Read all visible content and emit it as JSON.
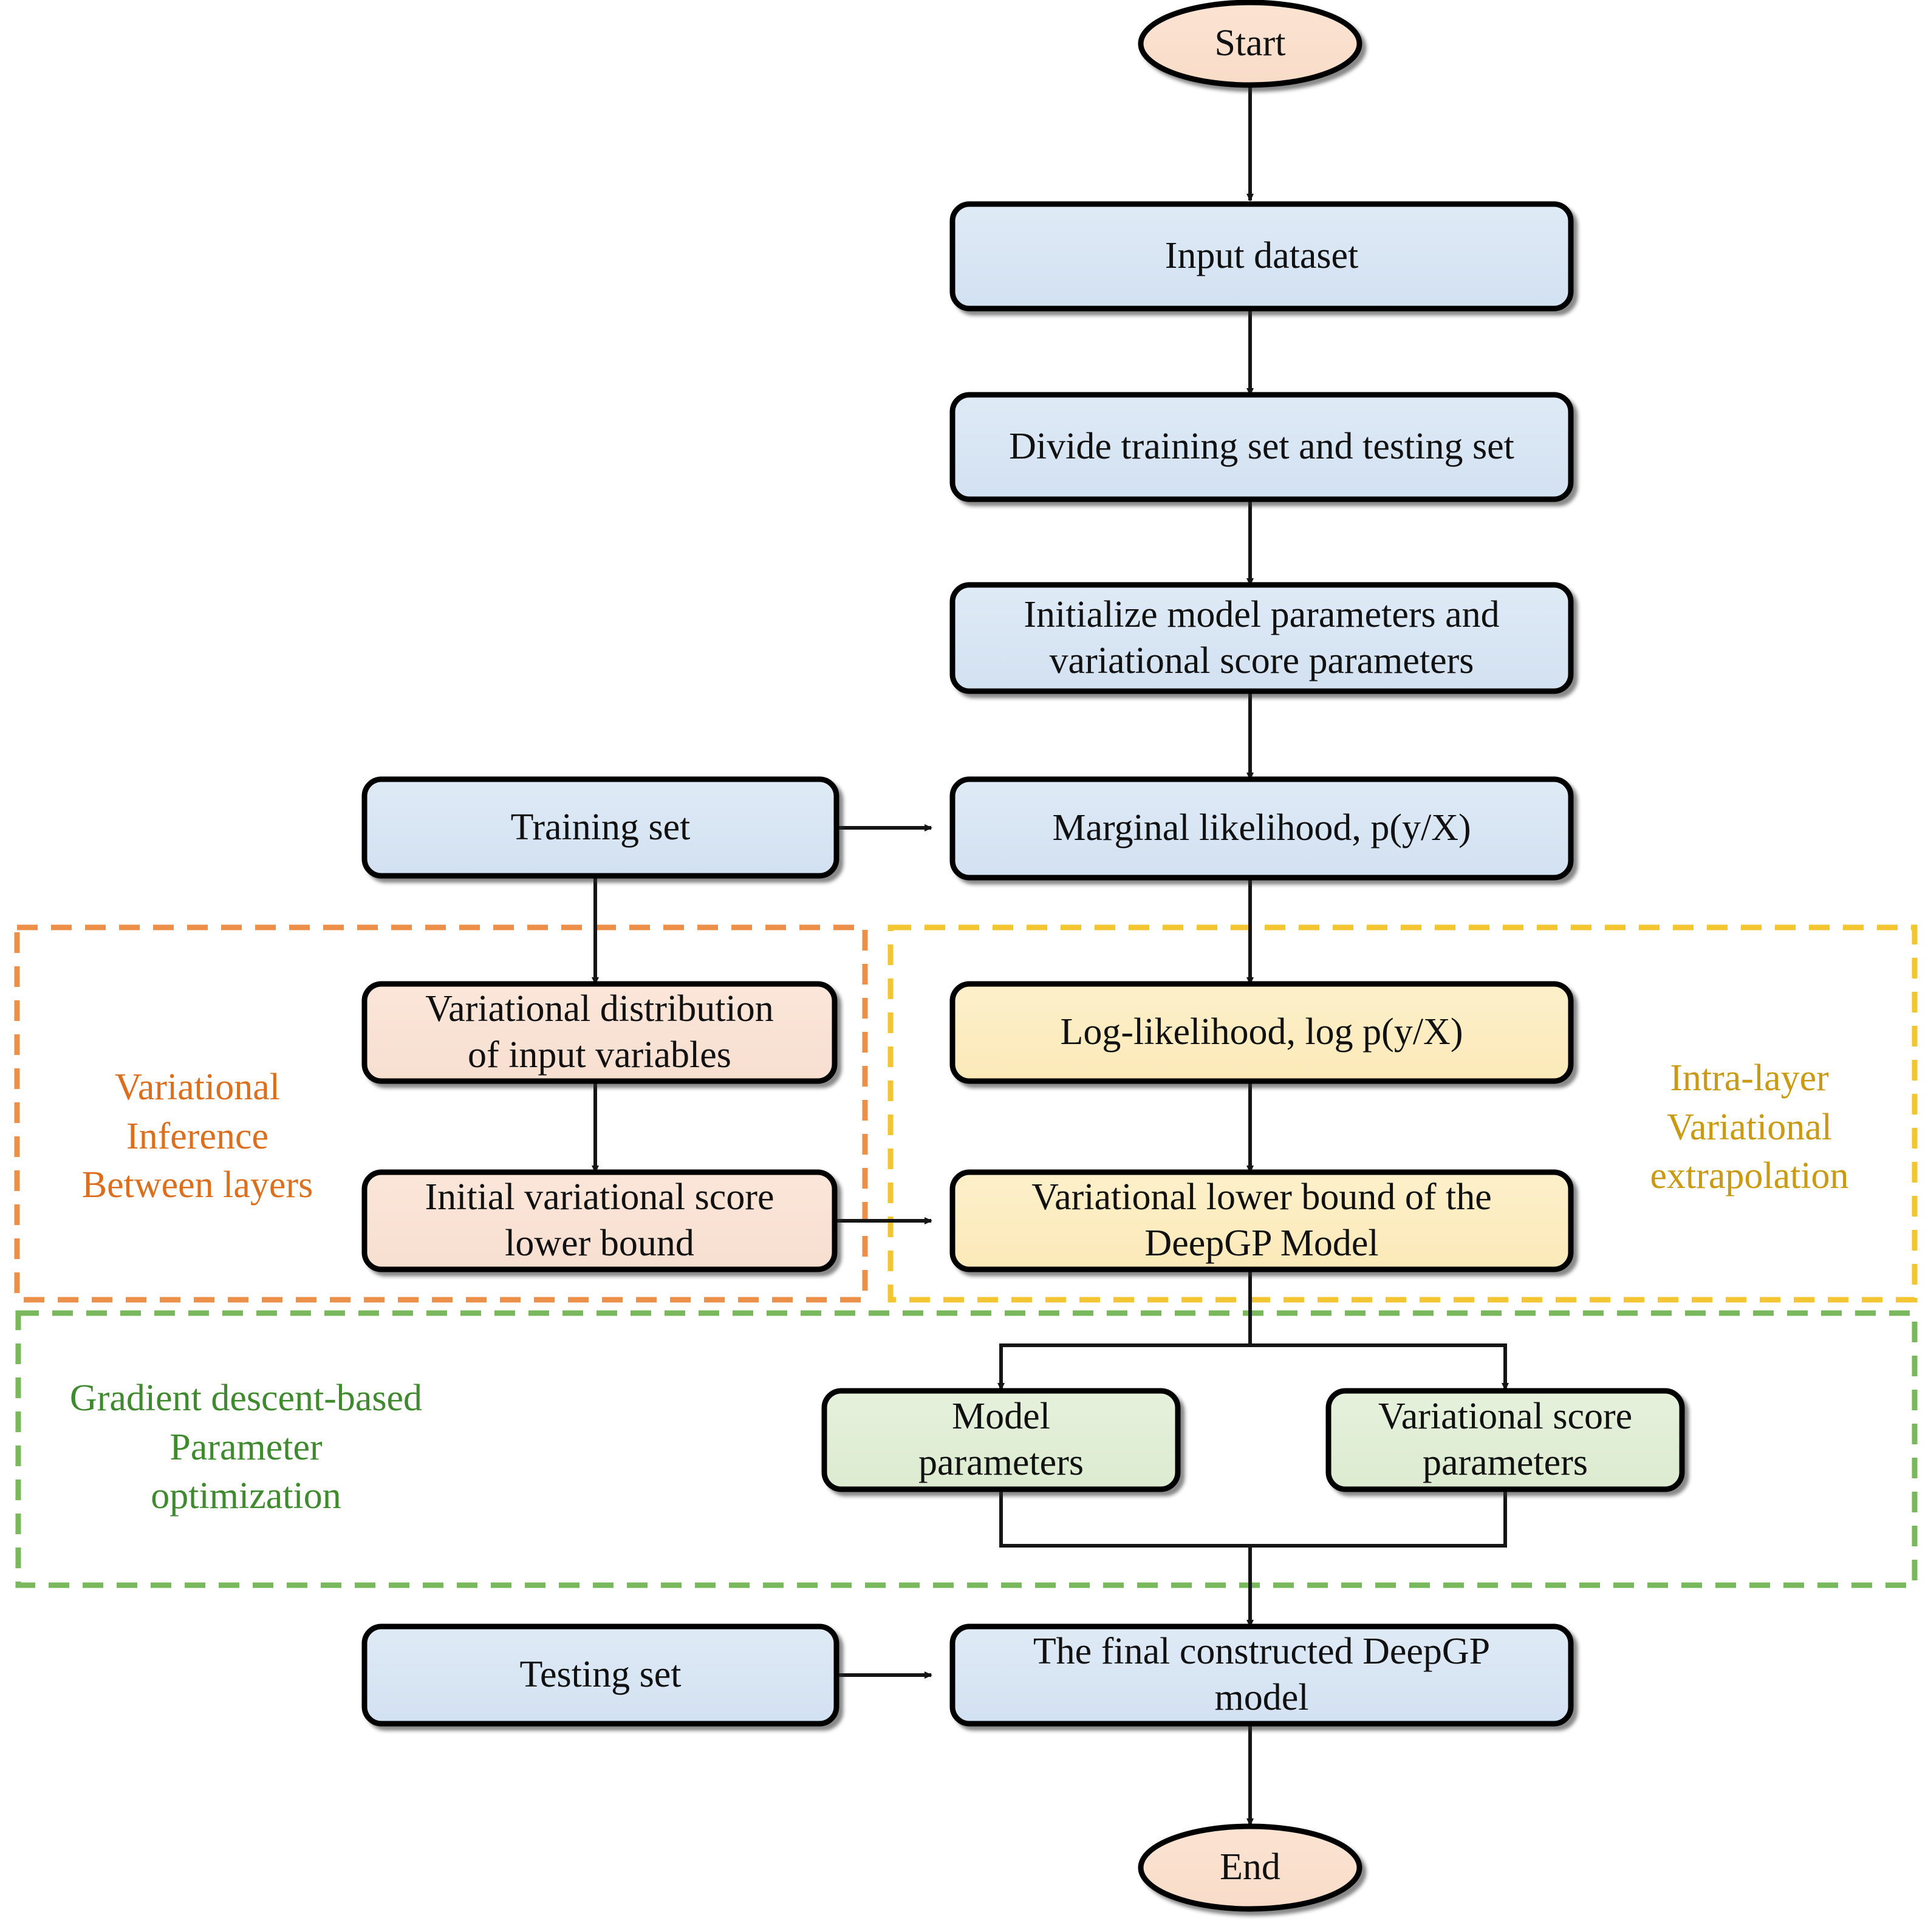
{
  "diagram": {
    "title": "DeepGP model construction flowchart",
    "colors": {
      "terminal_fill": "#fae0ce",
      "process_blue_fill": "#d7e4f3",
      "peach_fill": "#f9e2d3",
      "yellow_fill": "#fcecc0",
      "green_fill": "#e0eed4",
      "node_stroke": "#000000",
      "edge_stroke": "#1a1a1a",
      "group_orange": "#e8823c",
      "group_yellow": "#f0c020",
      "group_green": "#62a744",
      "text": "#111111"
    }
  },
  "nodes": {
    "start": {
      "label": "Start",
      "shape": "ellipse",
      "fill": "terminal_fill"
    },
    "input_dataset": {
      "label": "Input dataset",
      "shape": "rounded-rect",
      "fill": "process_blue_fill"
    },
    "divide_sets": {
      "label": "Divide training set and testing set",
      "shape": "rounded-rect",
      "fill": "process_blue_fill"
    },
    "initialize": {
      "label": "Initialize model parameters and\nvariational score parameters",
      "shape": "rounded-rect",
      "fill": "process_blue_fill"
    },
    "training_set": {
      "label": "Training set",
      "shape": "rounded-rect",
      "fill": "process_blue_fill"
    },
    "marginal_likelihood": {
      "label": "Marginal likelihood, p(y/X)",
      "shape": "rounded-rect",
      "fill": "process_blue_fill"
    },
    "variational_distribution": {
      "label": "Variational distribution\nof input variables",
      "shape": "rounded-rect",
      "fill": "peach_fill"
    },
    "initial_lower_bound": {
      "label": "Initial variational score\nlower bound",
      "shape": "rounded-rect",
      "fill": "peach_fill"
    },
    "log_likelihood": {
      "label": "Log-likelihood, log p(y/X)",
      "shape": "rounded-rect",
      "fill": "yellow_fill"
    },
    "variational_lower_bound": {
      "label": "Variational lower bound of the\nDeepGP Model",
      "shape": "rounded-rect",
      "fill": "yellow_fill"
    },
    "model_parameters": {
      "label": "Model\nparameters",
      "shape": "rounded-rect",
      "fill": "green_fill"
    },
    "variational_score_parameters": {
      "label": "Variational score\nparameters",
      "shape": "rounded-rect",
      "fill": "green_fill"
    },
    "testing_set": {
      "label": "Testing set",
      "shape": "rounded-rect",
      "fill": "process_blue_fill"
    },
    "final_model": {
      "label": "The final constructed DeepGP\nmodel",
      "shape": "rounded-rect",
      "fill": "process_blue_fill"
    },
    "end": {
      "label": "End",
      "shape": "ellipse",
      "fill": "terminal_fill"
    }
  },
  "groups": {
    "variational_inference": {
      "label": "Variational\nInference\nBetween layers",
      "border_color": "#e8823c",
      "border_style": "dashed"
    },
    "intra_layer": {
      "label": "Intra-layer\nVariational\nextrapolation",
      "border_color": "#d1a41a",
      "border_style": "dashed"
    },
    "gradient_descent": {
      "label": "Gradient descent-based\nParameter\noptimization",
      "border_color": "#4e9b3a",
      "border_style": "dashed"
    }
  },
  "edges": [
    {
      "from": "start",
      "to": "input_dataset",
      "kind": "arrow"
    },
    {
      "from": "input_dataset",
      "to": "divide_sets",
      "kind": "arrow"
    },
    {
      "from": "divide_sets",
      "to": "initialize",
      "kind": "arrow"
    },
    {
      "from": "initialize",
      "to": "marginal_likelihood",
      "kind": "arrow"
    },
    {
      "from": "training_set",
      "to": "marginal_likelihood",
      "kind": "arrow"
    },
    {
      "from": "training_set",
      "to": "variational_distribution",
      "kind": "arrow"
    },
    {
      "from": "variational_distribution",
      "to": "initial_lower_bound",
      "kind": "arrow"
    },
    {
      "from": "marginal_likelihood",
      "to": "log_likelihood",
      "kind": "arrow"
    },
    {
      "from": "log_likelihood",
      "to": "variational_lower_bound",
      "kind": "arrow"
    },
    {
      "from": "initial_lower_bound",
      "to": "variational_lower_bound",
      "kind": "arrow"
    },
    {
      "from": "variational_lower_bound",
      "to": "model_parameters",
      "kind": "arrow"
    },
    {
      "from": "variational_lower_bound",
      "to": "variational_score_parameters",
      "kind": "arrow"
    },
    {
      "from": "model_parameters",
      "to": "final_model",
      "kind": "arrow"
    },
    {
      "from": "variational_score_parameters",
      "to": "final_model",
      "kind": "arrow"
    },
    {
      "from": "testing_set",
      "to": "final_model",
      "kind": "arrow"
    },
    {
      "from": "final_model",
      "to": "end",
      "kind": "arrow"
    }
  ]
}
